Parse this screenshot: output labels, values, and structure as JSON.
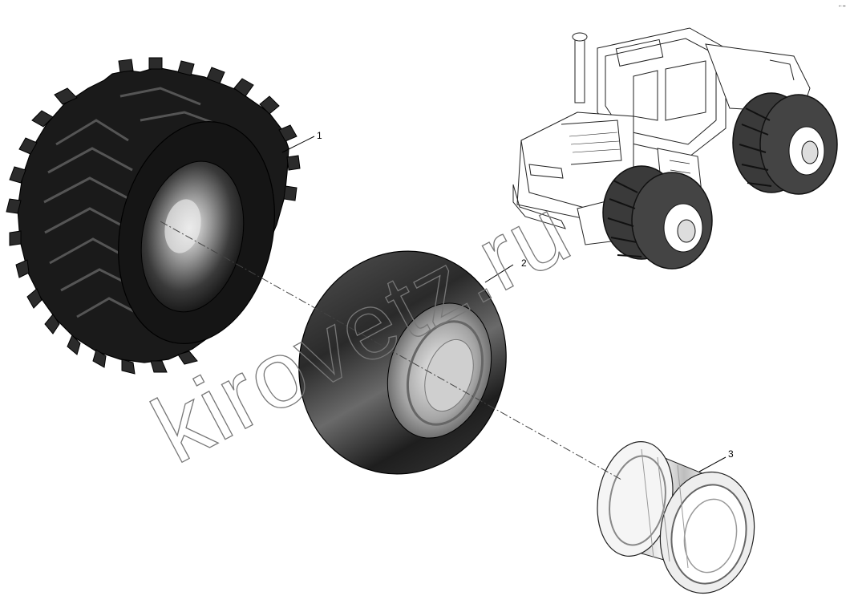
{
  "callouts": [
    {
      "label": "1",
      "part": "tire"
    },
    {
      "label": "2",
      "part": "inner-tube"
    },
    {
      "label": "3",
      "part": "wheel-rim"
    }
  ],
  "watermark": "kirovetz.ru",
  "colors": {
    "line": "#000000",
    "tire_dark": "#1a1a1a",
    "tube": "#2a2a2a",
    "rim_light": "#e8e8e8",
    "watermark_stroke": "#777777"
  }
}
